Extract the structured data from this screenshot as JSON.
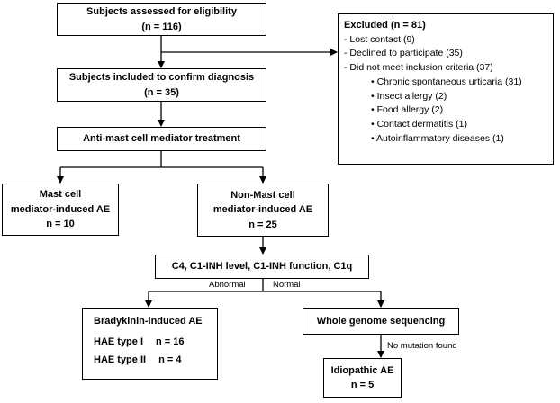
{
  "boxes": {
    "eligibility": {
      "line1": "Subjects assessed for eligibility",
      "line2": "(n = 116)"
    },
    "included": {
      "line1": "Subjects included to confirm diagnosis",
      "line2": "(n = 35)"
    },
    "treatment": {
      "line1": "Anti-mast cell mediator treatment"
    },
    "mast": {
      "line1": "Mast cell",
      "line2": "mediator-induced AE",
      "line3": "n = 10"
    },
    "nonmast": {
      "line1": "Non-Mast cell",
      "line2": "mediator-induced AE",
      "line3": "n = 25"
    },
    "tests": {
      "line1": "C4, C1-INH level, C1-INH function, C1q"
    },
    "bradykinin": {
      "title": "Bradykinin-induced AE",
      "type1_label": "HAE type I",
      "type1_n": "n = 16",
      "type2_label": "HAE type II",
      "type2_n": "n = 4"
    },
    "wgs": {
      "line1": "Whole genome sequencing"
    },
    "idiopathic": {
      "line1": "Idiopathic AE",
      "line2": "n = 5"
    }
  },
  "excluded": {
    "header": "Excluded (n = 81)",
    "items": [
      "- Lost contact (9)",
      "- Declined to participate (35)",
      "- Did not meet inclusion criteria (37)"
    ],
    "subitems": [
      "Chronic spontaneous urticaria (31)",
      "Insect allergy (2)",
      "Food allergy (2)",
      "Contact dermatitis (1)",
      "Autoinflammatory diseases (1)"
    ]
  },
  "edge_labels": {
    "abnormal": "Abnormal",
    "normal": "Normal",
    "no_mutation": "No mutation found"
  }
}
